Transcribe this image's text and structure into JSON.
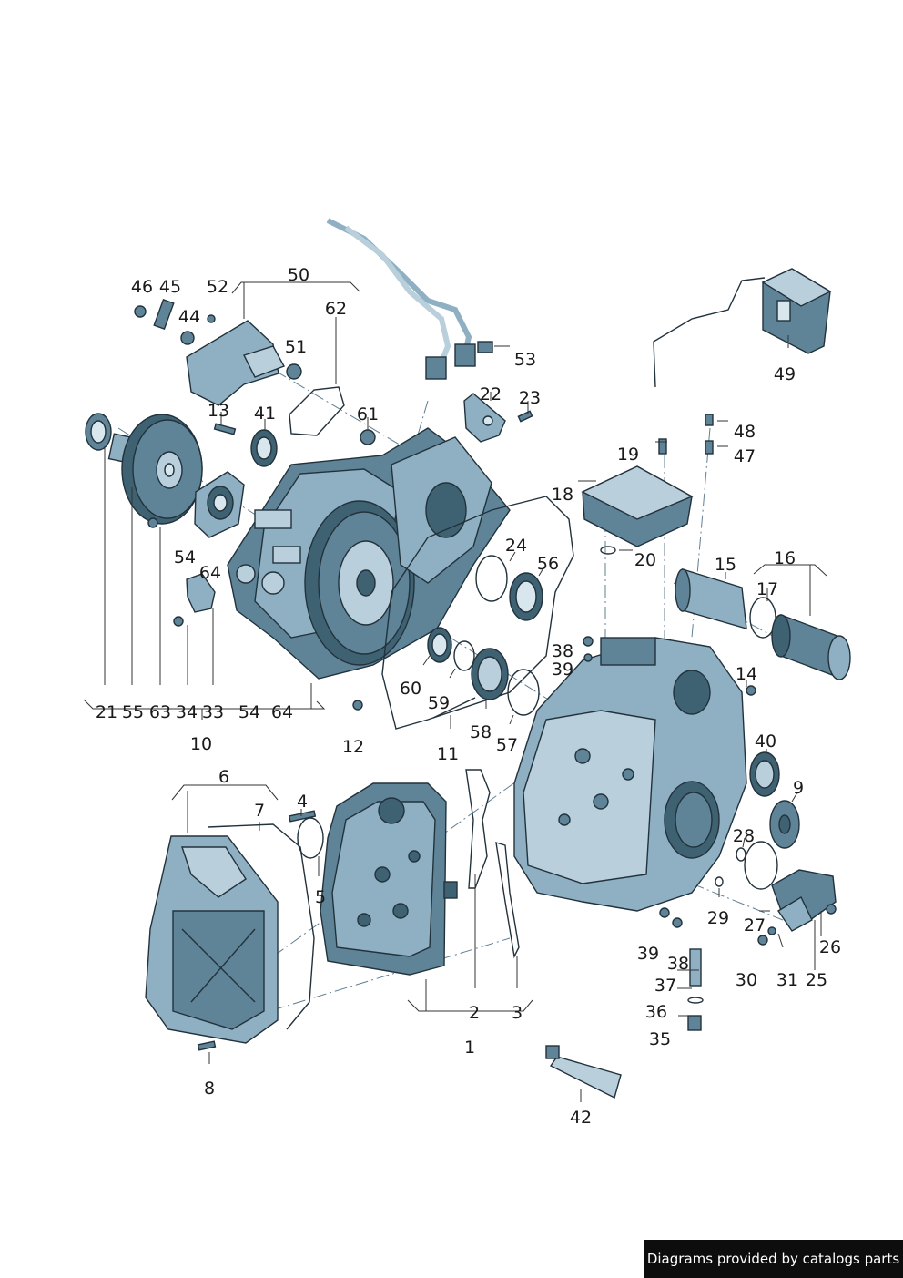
{
  "credit": "Diagrams provided by catalogs parts",
  "labels": {
    "l1": "1",
    "l2": "2",
    "l3": "3",
    "l4": "4",
    "l5": "5",
    "l6": "6",
    "l7": "7",
    "l8": "8",
    "l9": "9",
    "l10": "10",
    "l11": "11",
    "l12": "12",
    "l13": "13",
    "l14": "14",
    "l15": "15",
    "l16": "16",
    "l17": "17",
    "l18": "18",
    "l19": "19",
    "l20": "20",
    "l21": "21",
    "l22": "22",
    "l23": "23",
    "l24": "24",
    "l25": "25",
    "l26": "26",
    "l27": "27",
    "l28": "28",
    "l29": "29",
    "l30": "30",
    "l31": "31",
    "l33": "33",
    "l34": "34",
    "l35": "35",
    "l36": "36",
    "l37": "37",
    "l38a": "38",
    "l38b": "38",
    "l39a": "39",
    "l39b": "39",
    "l40": "40",
    "l41": "41",
    "l42": "42",
    "l44": "44",
    "l45": "45",
    "l46": "46",
    "l47": "47",
    "l48": "48",
    "l49": "49",
    "l50": "50",
    "l51": "51",
    "l52": "52",
    "l53": "53",
    "l54a": "54",
    "l54b": "54",
    "l55": "55",
    "l56": "56",
    "l57": "57",
    "l58": "58",
    "l59": "59",
    "l60": "60",
    "l61": "61",
    "l62": "62",
    "l63": "63",
    "l64a": "64",
    "l64b": "64"
  }
}
